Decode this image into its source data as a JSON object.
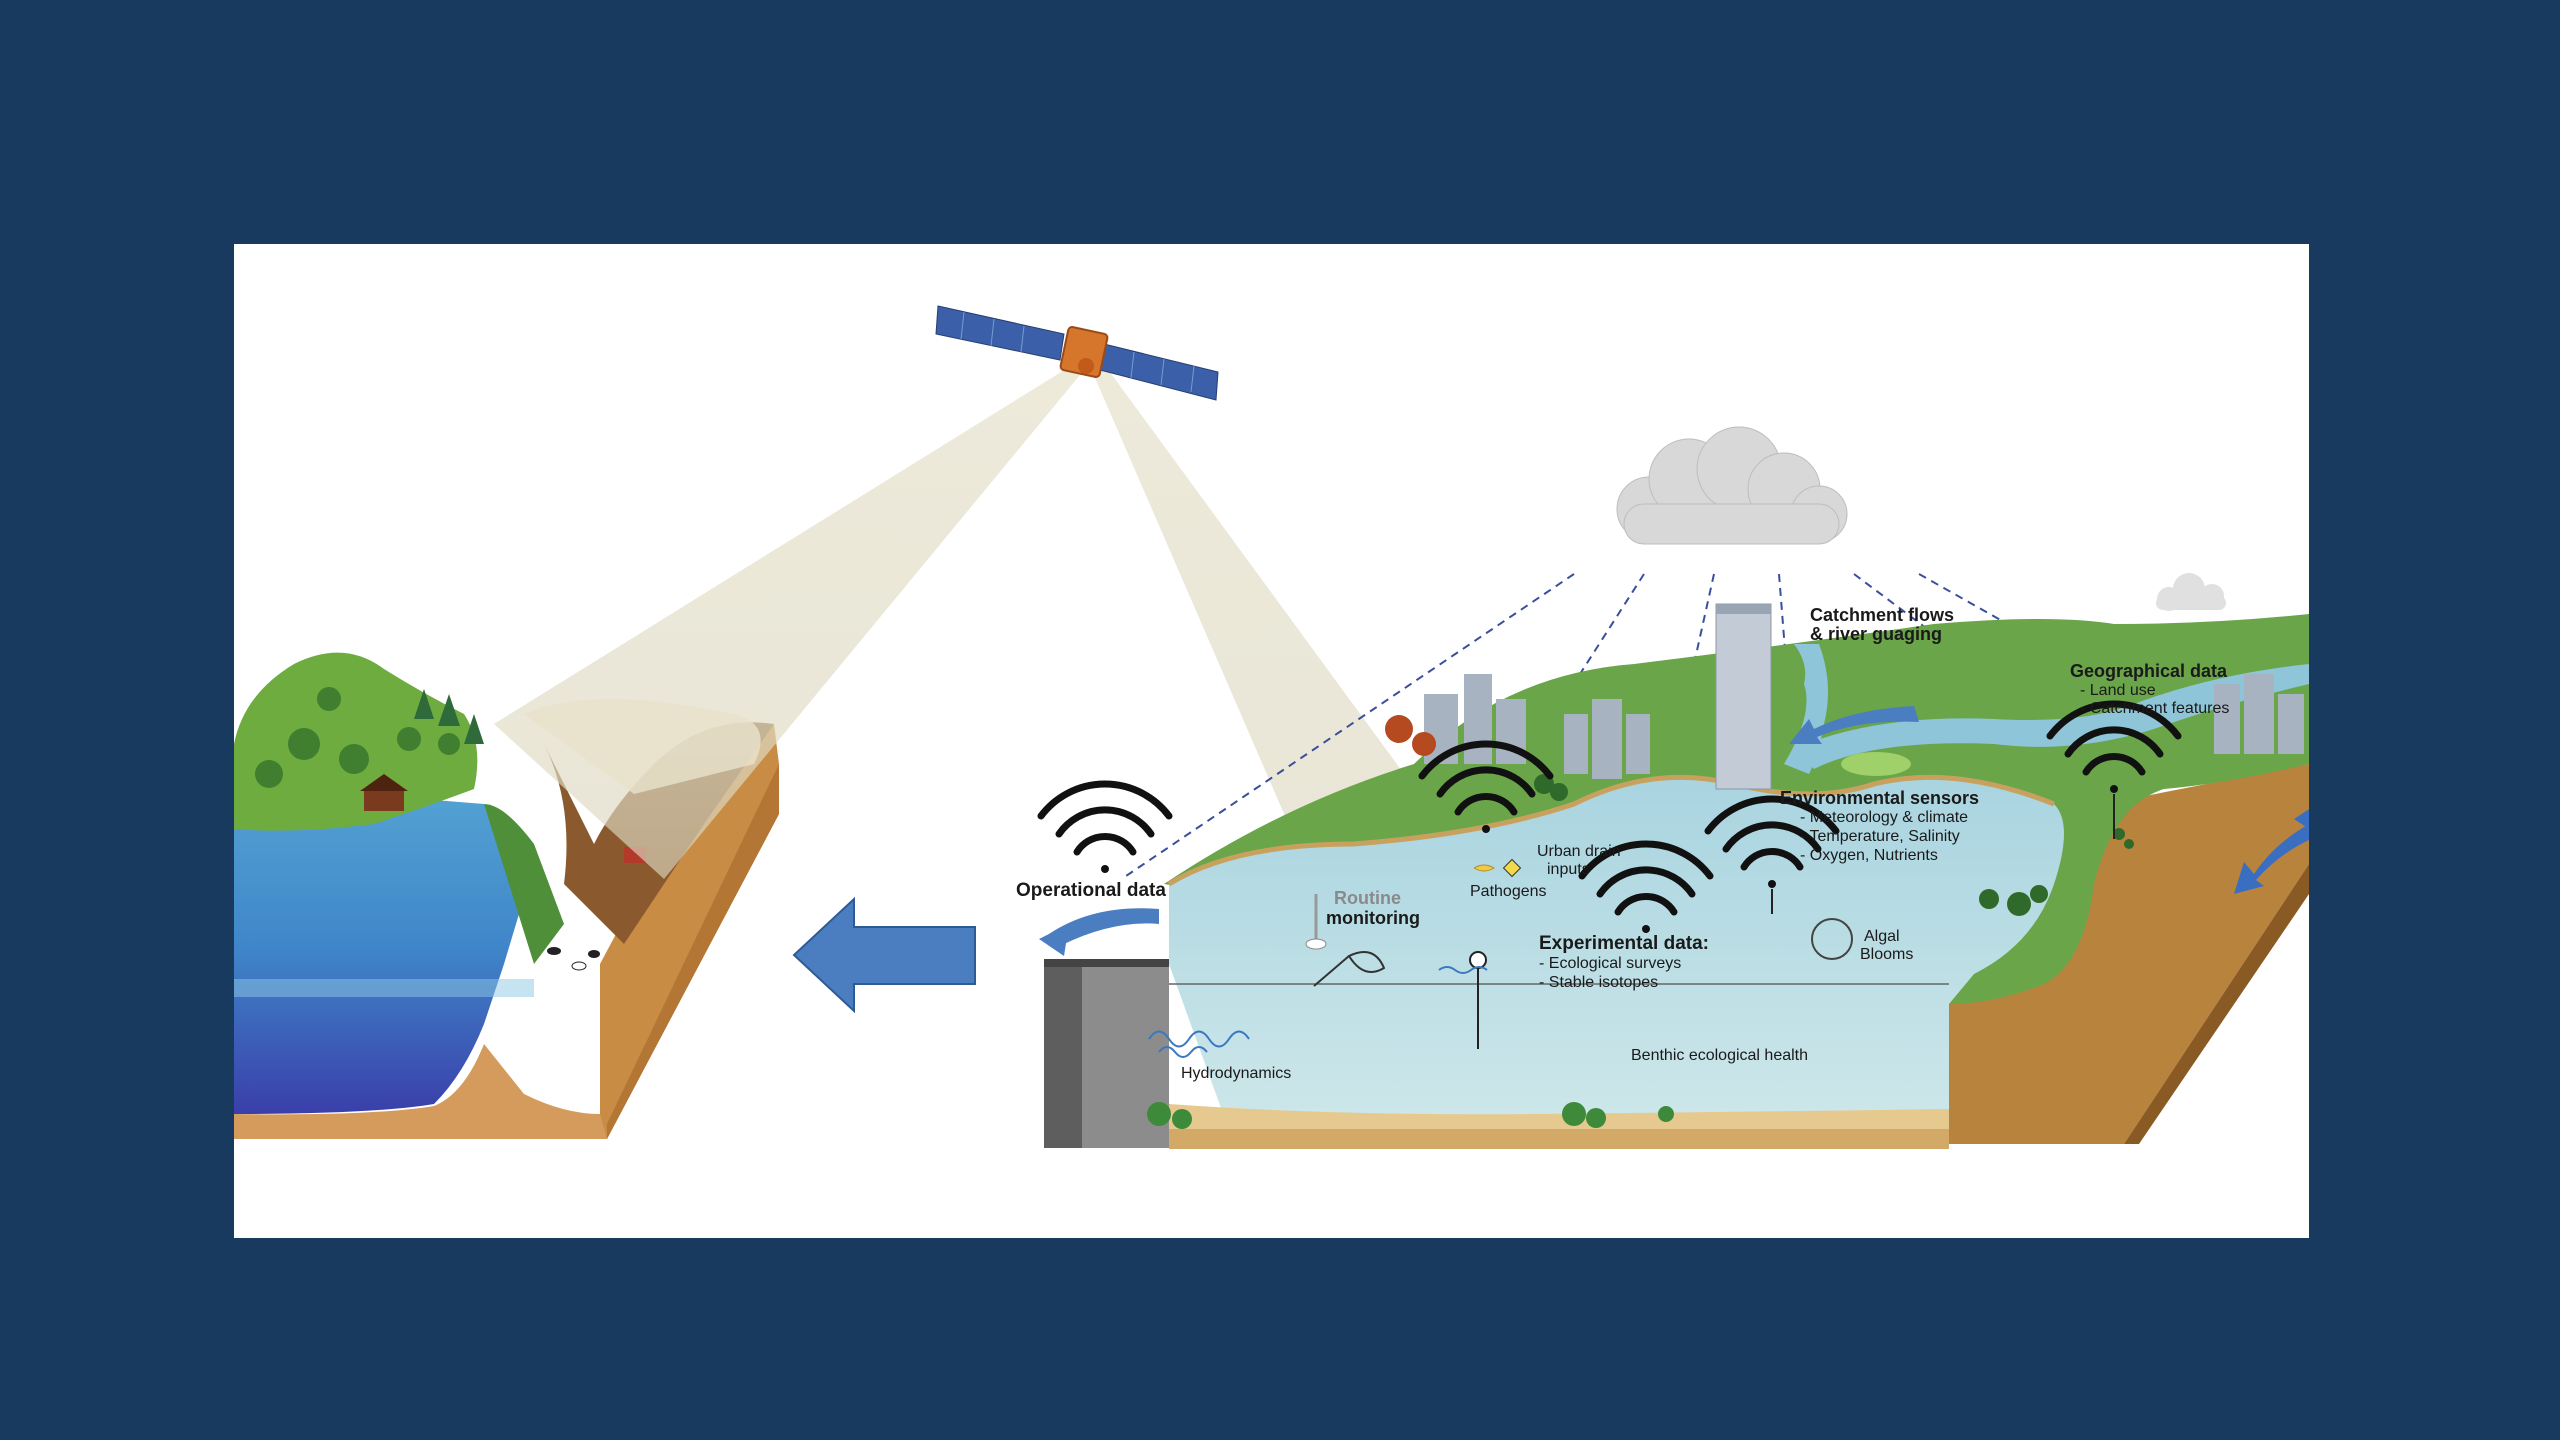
{
  "colors": {
    "background": "#173a5e",
    "panel": "#ffffff",
    "water": "#8ec5d8",
    "land_green": "#5f9c3c",
    "soil": "#c48a45",
    "arrow": "#4a7ec0",
    "signal": "#111111"
  },
  "labels": {
    "operational": "Operational data",
    "routine_1": "Routine",
    "routine_2": "monitoring",
    "pathogens": "Pathogens",
    "urban_1": "Urban drain",
    "urban_2": "inputs",
    "catchment_1": "Catchment flows",
    "catchment_2": "& river guaging",
    "geo_title": "Geographical data",
    "geo_line1": "- Land use",
    "geo_line2": "- Catchment features",
    "env_title": "Environmental sensors",
    "env_line1": "- Meteorology & climate",
    "env_line2": "- Temperature, Salinity",
    "env_line3": "- Oxygen, Nutrients",
    "exp_title": "Experimental data:",
    "exp_line1": "- Ecological surveys",
    "exp_line2": "- Stable isotopes",
    "algal_1": "Algal",
    "algal_2": "Blooms",
    "hydro": "Hydrodynamics",
    "benthic": "Benthic ecological health"
  },
  "icons": [
    "satellite-icon",
    "cloud-icon",
    "wifi-signal-icon",
    "arrow-left-icon",
    "building-icon",
    "tree-icon",
    "barn-icon",
    "cow-icon",
    "net-icon",
    "gauge-icon"
  ]
}
